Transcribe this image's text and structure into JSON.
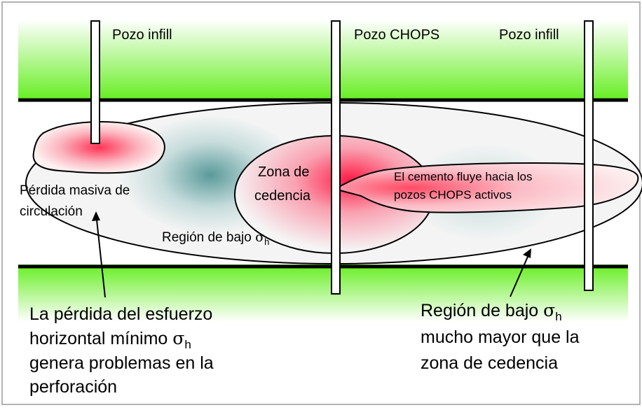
{
  "labels": {
    "well_infill_left": "Pozo infill",
    "well_chops": "Pozo CHOPS",
    "well_infill_right": "Pozo infill",
    "yield_zone_line1": "Zona de",
    "yield_zone_line2": "cedencia",
    "cement_line1": "El cemento fluye hacia los",
    "cement_line2": "pozos CHOPS activos",
    "lost_circ_line1": "Pérdida masiva de",
    "lost_circ_line2": "circulación",
    "low_region_text": "Región de bajo ",
    "sigma": "σ",
    "sub_h": "h",
    "note_left_line1": "La pérdida del esfuerzo",
    "note_left_line2": "horizontal mínimo ",
    "note_left_line3": "genera problemas en la",
    "note_left_line4": "perforación",
    "note_right_line1": "Región de bajo  ",
    "note_right_line2": "mucho mayor que la",
    "note_right_line3": "zona de cedencia"
  },
  "colors": {
    "green_band": "#66ee22",
    "hot_zone": "#ff3355",
    "teal_zone": "#5a9a9a",
    "outline": "#000000",
    "frame": "#9a9a9a"
  }
}
